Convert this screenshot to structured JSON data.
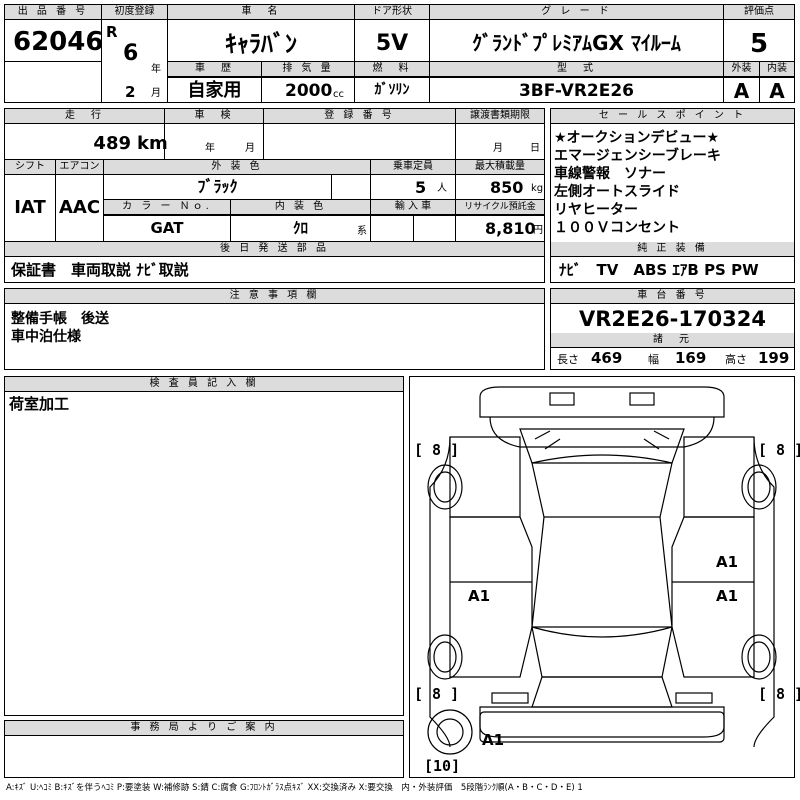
{
  "header": {
    "lot_no_label": "出 品 番 号",
    "lot_no": "62046",
    "first_reg_label": "初度登録",
    "era": "R",
    "year": "6",
    "year_unit": "年",
    "month": "2",
    "month_unit": "月",
    "car_name_label": "車　名",
    "car_name": "ｷｬﾗﾊﾞﾝ",
    "door_label": "ドア形状",
    "door": "5V",
    "grade_label": "グ レ ー ド",
    "grade": "ｸﾞﾗﾝﾄﾞﾌﾟﾚﾐｱﾑGX ﾏｲﾙｰﾑ",
    "score_label": "評価点",
    "score": "5",
    "history_label": "車　歴",
    "history": "自家用",
    "displacement_label": "排 気 量",
    "displacement": "2000",
    "displacement_unit": "cc",
    "fuel_label": "燃　料",
    "fuel": "ｶﾞｿﾘﾝ",
    "model_label": "型　式",
    "model": "3BF-VR2E26",
    "exterior_label": "外装",
    "exterior": "A",
    "interior_label": "内装",
    "interior": "A"
  },
  "row2": {
    "mileage_label": "走　行",
    "mileage": "489",
    "mileage_unit": "km",
    "inspection_label": "車　検",
    "inspection_year_unit": "年",
    "inspection_month_unit": "月",
    "reg_no_label": "登 録 番 号",
    "transfer_label": "譲渡書類期限",
    "transfer_month_unit": "月",
    "transfer_day_unit": "日",
    "shift_label": "シフト",
    "shift": "IAT",
    "ac_label": "エアコン",
    "ac": "AAC",
    "color_label": "外 装 色",
    "color": "ﾌﾞﾗｯｸ",
    "capacity_label": "乗車定員",
    "capacity": "5",
    "capacity_unit": "人",
    "max_load_label": "最大積載量",
    "max_load": "850",
    "max_load_unit": "kg",
    "color_no_label": "カ ラ ー Ｎｏ.",
    "color_no": "GAT",
    "interior_color_label": "内 装 色",
    "interior_color": "ｸﾛ",
    "interior_color_unit": "系",
    "import_label": "輸 入 車",
    "recycle_label": "リサイクル預託金",
    "recycle": "8,810",
    "recycle_unit": "円",
    "later_parts_label": "後 日 発 送 部 品",
    "later_parts": "保証書　車両取説 ﾅﾋﾞ取説"
  },
  "sales_points": {
    "label": "セ ー ル ス ポ イ ン ト",
    "items": [
      "★オークションデビュー★",
      "エマージェンシーブレーキ",
      "車線警報　ソナー",
      "左側オートスライド",
      "リヤヒーター",
      "１００Ｖコンセント"
    ],
    "equipment_label": "純 正 装 備",
    "equipment": "ﾅﾋﾞ　TV　ABS ｴｱB PS PW"
  },
  "notes": {
    "label": "注 意 事 項 欄",
    "lines": [
      "整備手帳　後送",
      "車中泊仕様"
    ]
  },
  "chassis": {
    "label": "車 台 番 号",
    "number": "VR2E26-170324",
    "dims_label": "諸　元",
    "length_label": "長さ",
    "length": "469",
    "width_label": "幅",
    "width": "169",
    "height_label": "高さ",
    "height": "199"
  },
  "inspector": {
    "label": "検 査 員 記 入 欄",
    "text": "荷室加工"
  },
  "office": {
    "label": "事 務 局 よ り ご 案 内"
  },
  "diagram": {
    "marks": [
      {
        "id": "tire-fl",
        "text": "[ 8 ]"
      },
      {
        "id": "tire-fr",
        "text": "[ 8 ]"
      },
      {
        "id": "tire-rl",
        "text": "[ 8 ]"
      },
      {
        "id": "tire-rr",
        "text": "[ 8 ]"
      },
      {
        "id": "spare",
        "text": "[10]"
      },
      {
        "id": "right-front-door",
        "text": "A1"
      },
      {
        "id": "left-door",
        "text": "A1"
      },
      {
        "id": "right-rear-door",
        "text": "A1"
      },
      {
        "id": "rear-bumper",
        "text": "A1"
      }
    ]
  },
  "legend": "A:ｷｽﾞ U:ﾍｺﾐ B:ｷｽﾞを伴うﾍｺﾐ P:要塗装 W:補修跡 S:錆 C:腐食 G:ﾌﾛﾝﾄｶﾞﾗｽ点ｷｽﾞ XX:交換済み X:要交換　内・外装評価　5段階ﾗﾝｸ順(A・B・C・D・E) 1"
}
